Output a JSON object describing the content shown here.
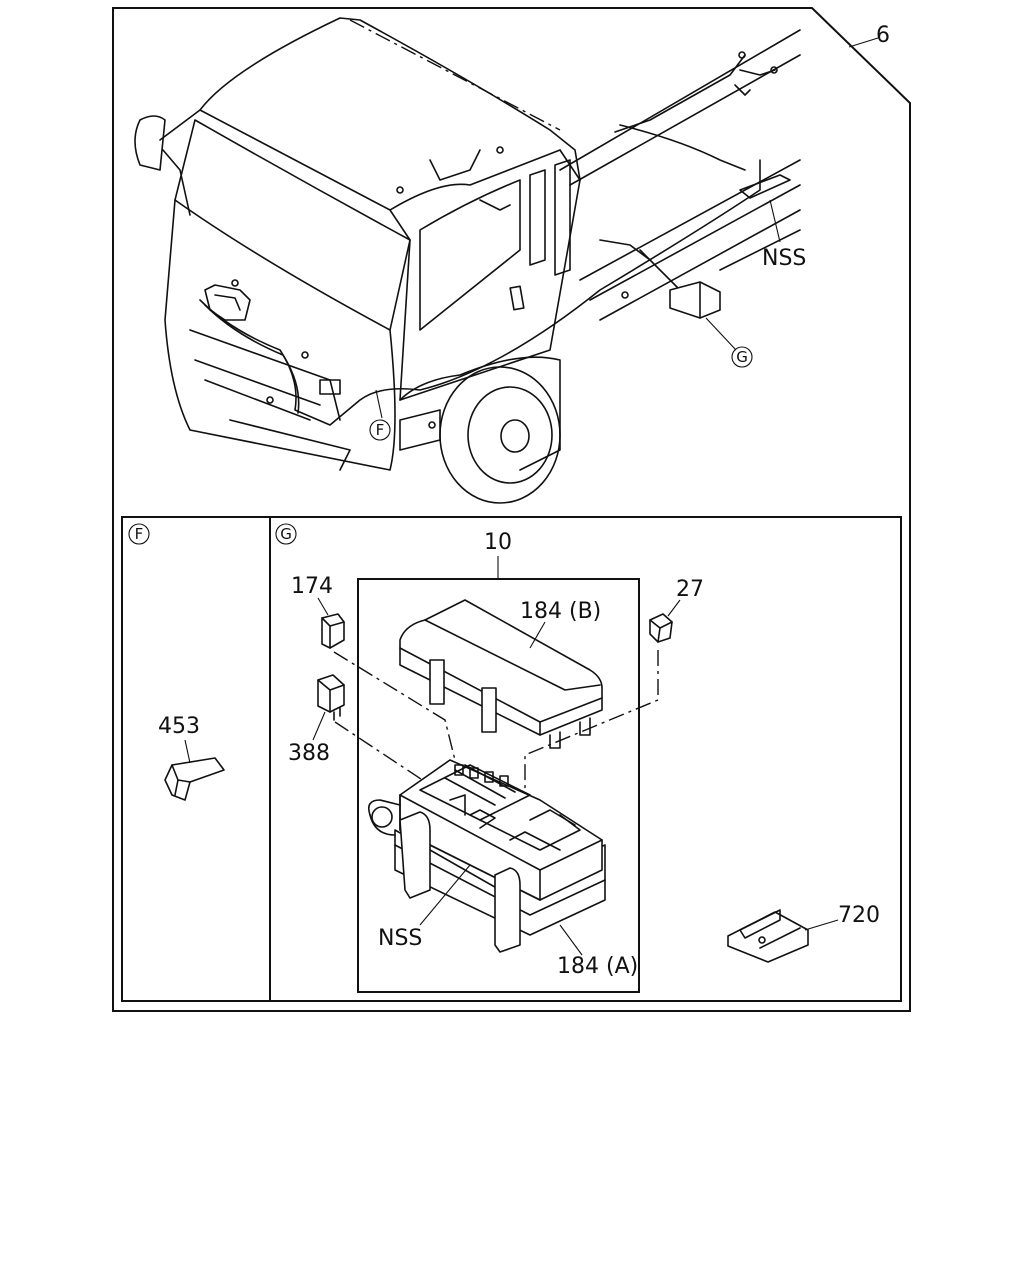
{
  "labels": {
    "page_ref": "6",
    "nss_top": "NSS",
    "callout_g": "G",
    "callout_f": "F",
    "panel_f": "F",
    "panel_g": "G",
    "part_10": "10",
    "part_184b": "184 (B)",
    "part_174": "174",
    "part_27": "27",
    "part_388": "388",
    "part_453": "453",
    "nss_bottom": "NSS",
    "part_184a": "184 (A)",
    "part_720": "720"
  }
}
